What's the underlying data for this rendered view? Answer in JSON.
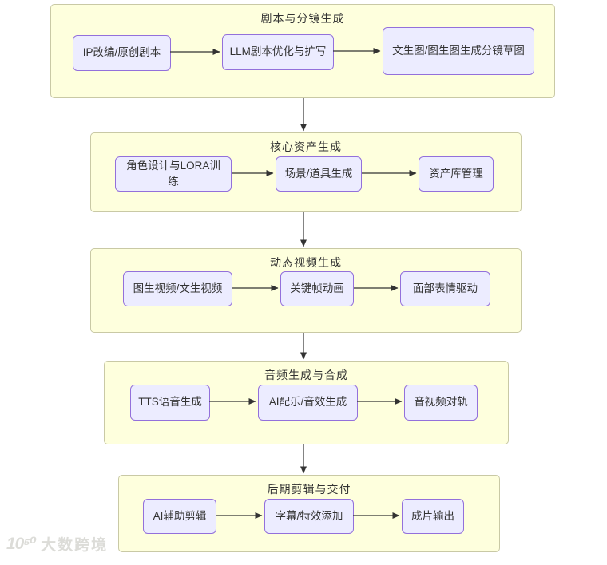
{
  "diagram": {
    "sections": [
      {
        "title": "剧本与分镜生成",
        "nodes": [
          {
            "label": "IP改编/原创剧本"
          },
          {
            "label": "LLM剧本优化与扩写"
          },
          {
            "label": "文生图/图生图生成分镜草图"
          }
        ]
      },
      {
        "title": "核心资产生成",
        "nodes": [
          {
            "label": "角色设计与LORA训练"
          },
          {
            "label": "场景/道具生成"
          },
          {
            "label": "资产库管理"
          }
        ]
      },
      {
        "title": "动态视频生成",
        "nodes": [
          {
            "label": "图生视频/文生视频"
          },
          {
            "label": "关键帧动画"
          },
          {
            "label": "面部表情驱动"
          }
        ]
      },
      {
        "title": "音频生成与合成",
        "nodes": [
          {
            "label": "TTS语音生成"
          },
          {
            "label": "AI配乐/音效生成"
          },
          {
            "label": "音视频对轨"
          }
        ]
      },
      {
        "title": "后期剪辑与交付",
        "nodes": [
          {
            "label": "AI辅助剪辑"
          },
          {
            "label": "字幕/特效添加"
          },
          {
            "label": "成片输出"
          }
        ]
      }
    ],
    "colors": {
      "section_fill": "#feffdd",
      "section_border": "#c9c9a5",
      "node_fill": "#ececff",
      "node_border": "#9370db",
      "arrow": "#333333",
      "text": "#333333"
    }
  },
  "watermark": {
    "logo": "10⁵⁰",
    "text": "大数跨境"
  }
}
